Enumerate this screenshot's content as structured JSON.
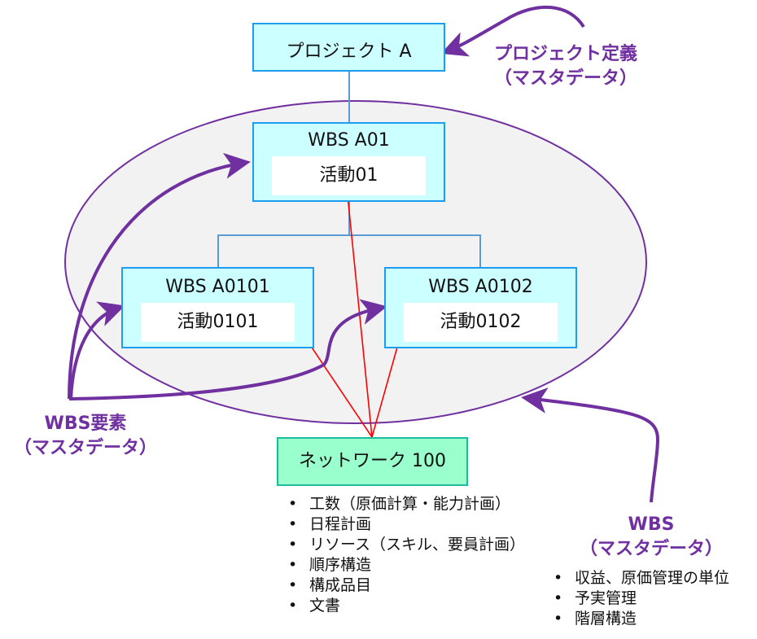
{
  "diagram": {
    "project": {
      "label": "プロジェクト A"
    },
    "wbs_root": {
      "label": "WBS A01",
      "activity": "活動01"
    },
    "wbs_children": [
      {
        "label": "WBS A0101",
        "activity": "活動0101"
      },
      {
        "label": "WBS A0102",
        "activity": "活動0102"
      }
    ],
    "network": {
      "label": "ネットワーク 100"
    },
    "network_items": [
      "工数（原価計算・能力計画）",
      "日程計画",
      "リソース（スキル、要員計画）",
      "順序構造",
      "構成品目",
      "文書"
    ],
    "callouts": {
      "project_definition": {
        "line1": "プロジェクト定義",
        "line2": "（マスタデータ）"
      },
      "wbs_element": {
        "line1": "WBS要素",
        "line2": "（マスタデータ）"
      },
      "wbs": {
        "line1": "WBS",
        "line2": "（マスタデータ）"
      }
    },
    "wbs_items": [
      "収益、原価管理の単位",
      "予実管理",
      "階層構造"
    ],
    "bullet_glyph": "•",
    "colors": {
      "box_fill": "#ccffff",
      "box_border": "#1e9cf0",
      "network_fill": "#99ffcc",
      "network_border": "#1abc9c",
      "ellipse_fill": "#f2f2f2",
      "accent_purple": "#7030a0",
      "connector_blue": "#5b9bd5",
      "link_red": "#ff0000"
    }
  }
}
